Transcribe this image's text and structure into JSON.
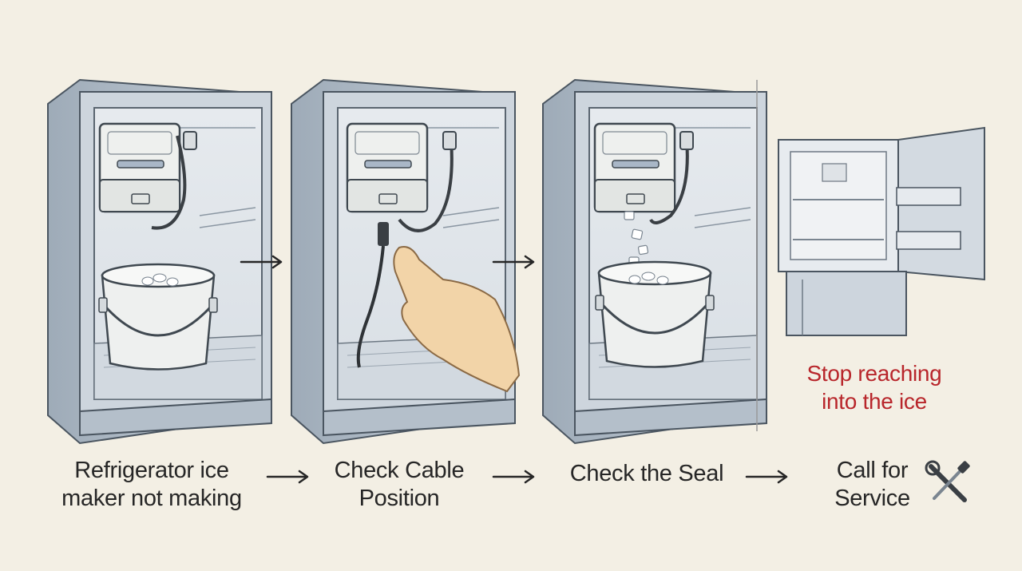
{
  "steps": [
    {
      "line1": "Refrigerator ice",
      "line2": "maker not making"
    },
    {
      "line1": "Check Cable",
      "line2": "Position"
    },
    {
      "line1": "Check the Seal",
      "line2": ""
    },
    {
      "line1": "Call for",
      "line2": "Service"
    }
  ],
  "warning": {
    "line1": "Stop reaching",
    "line2": "into the ice"
  },
  "icons": [
    "arrow-right-icon",
    "wrench-screwdriver-icon"
  ],
  "colors": {
    "background": "#f3efe4",
    "warning": "#b8262b",
    "ink": "#262626",
    "metal": "#b9c4cf"
  }
}
